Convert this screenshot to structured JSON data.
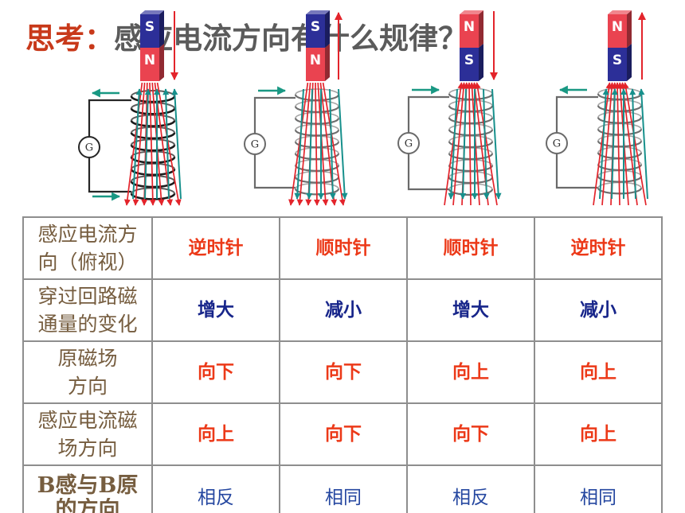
{
  "title": {
    "prefix": "思考：",
    "text": "感应电流方向有什么规律？"
  },
  "diagrams": [
    {
      "magnet": [
        "S",
        "N"
      ],
      "galvanometer": "G",
      "motion_arrow": "arrow-down-icon",
      "field_arrows": "arrow-down-icon",
      "induced_field_arrows": "arrow-up-icon",
      "current_arrows": {
        "top_wire": "arrow-left-icon",
        "bottom_wire": "arrow-right-icon"
      }
    },
    {
      "magnet": [
        "S",
        "N"
      ],
      "galvanometer": "G",
      "motion_arrow": "arrow-up-icon",
      "field_arrows": "arrow-down-icon",
      "induced_field_arrows": "arrow-down-icon",
      "current_arrows": {
        "top_wire": "arrow-right-icon"
      }
    },
    {
      "magnet": [
        "N",
        "S"
      ],
      "galvanometer": "G",
      "motion_arrow": "arrow-down-icon",
      "field_arrows": "arrow-up-icon",
      "induced_field_arrows": "arrow-down-icon",
      "current_arrows": {
        "top_wire": "arrow-right-icon"
      }
    },
    {
      "magnet": [
        "N",
        "S"
      ],
      "galvanometer": "G",
      "motion_arrow": "arrow-up-icon",
      "field_arrows": "arrow-up-icon",
      "induced_field_arrows": "arrow-up-icon",
      "current_arrows": {
        "top_wire": "arrow-left-icon"
      }
    }
  ],
  "table": {
    "rows": [
      {
        "label_lines": [
          "感应电流方",
          "向（俯视）"
        ],
        "values": [
          "逆时针",
          "顺时针",
          "顺时针",
          "逆时针"
        ]
      },
      {
        "label_lines": [
          "穿过回路磁",
          "通量的变化"
        ],
        "values": [
          "增大",
          "减小",
          "增大",
          "减小"
        ]
      },
      {
        "label_lines": [
          "原磁场",
          "方向"
        ],
        "values": [
          "向下",
          "向下",
          "向上",
          "向上"
        ]
      },
      {
        "label_lines": [
          "感应电流磁",
          "场方向"
        ],
        "values": [
          "向上",
          "向下",
          "向下",
          "向上"
        ]
      },
      {
        "label_lines": [
          "B感与B原",
          "的方向"
        ],
        "values": [
          "相反",
          "相同",
          "相反",
          "相同"
        ]
      }
    ]
  },
  "colors": {
    "title_accent": "#c8391a",
    "title_text": "#5b5b5b",
    "row_label": "#765d3f",
    "red_value": "#ec3918",
    "navy_value": "#17258a",
    "blue_value": "#2547a0",
    "grid_line": "#8e8e8e",
    "magnet_north": "#ea4350",
    "magnet_south": "#2c2f98",
    "field_line": "#e3242b",
    "induced_field": "#17908c",
    "current_arrow": "#199883"
  }
}
